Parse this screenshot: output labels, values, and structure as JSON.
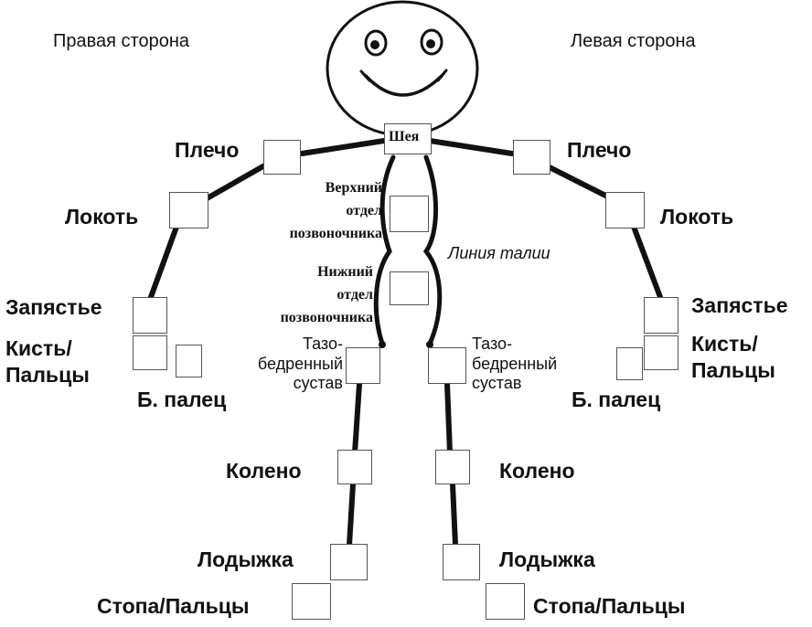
{
  "header": {
    "right_side": "Правая сторона",
    "left_side": "Левая сторона"
  },
  "labels": {
    "neck": "Шея",
    "shoulder_r": "Плечо",
    "shoulder_l": "Плечо",
    "elbow_r": "Локоть",
    "elbow_l": "Локоть",
    "upper_spine": [
      "Верхний",
      "отдел",
      "позвоночника"
    ],
    "lower_spine": [
      "Нижний",
      "отдел",
      "позвоночника"
    ],
    "waist_line": "Линия талии",
    "wrist_r": "Запястье",
    "wrist_l": "Запястье",
    "hand_r": [
      "Кисть/",
      "Пальцы"
    ],
    "hand_l": [
      "Кисть/",
      "Пальцы"
    ],
    "thumb_r": "Б. палец",
    "thumb_l": "Б. палец",
    "hip_r": [
      "Тазо-",
      "бедренный",
      "сустав"
    ],
    "hip_l": [
      "Тазо-",
      "бедренный",
      "сустав"
    ],
    "knee_r": "Колено",
    "knee_l": "Колено",
    "ankle_r": "Лодыжка",
    "ankle_l": "Лодыжка",
    "foot_r": "Стопа/Пальцы",
    "foot_l": "Стопа/Пальцы"
  }
}
